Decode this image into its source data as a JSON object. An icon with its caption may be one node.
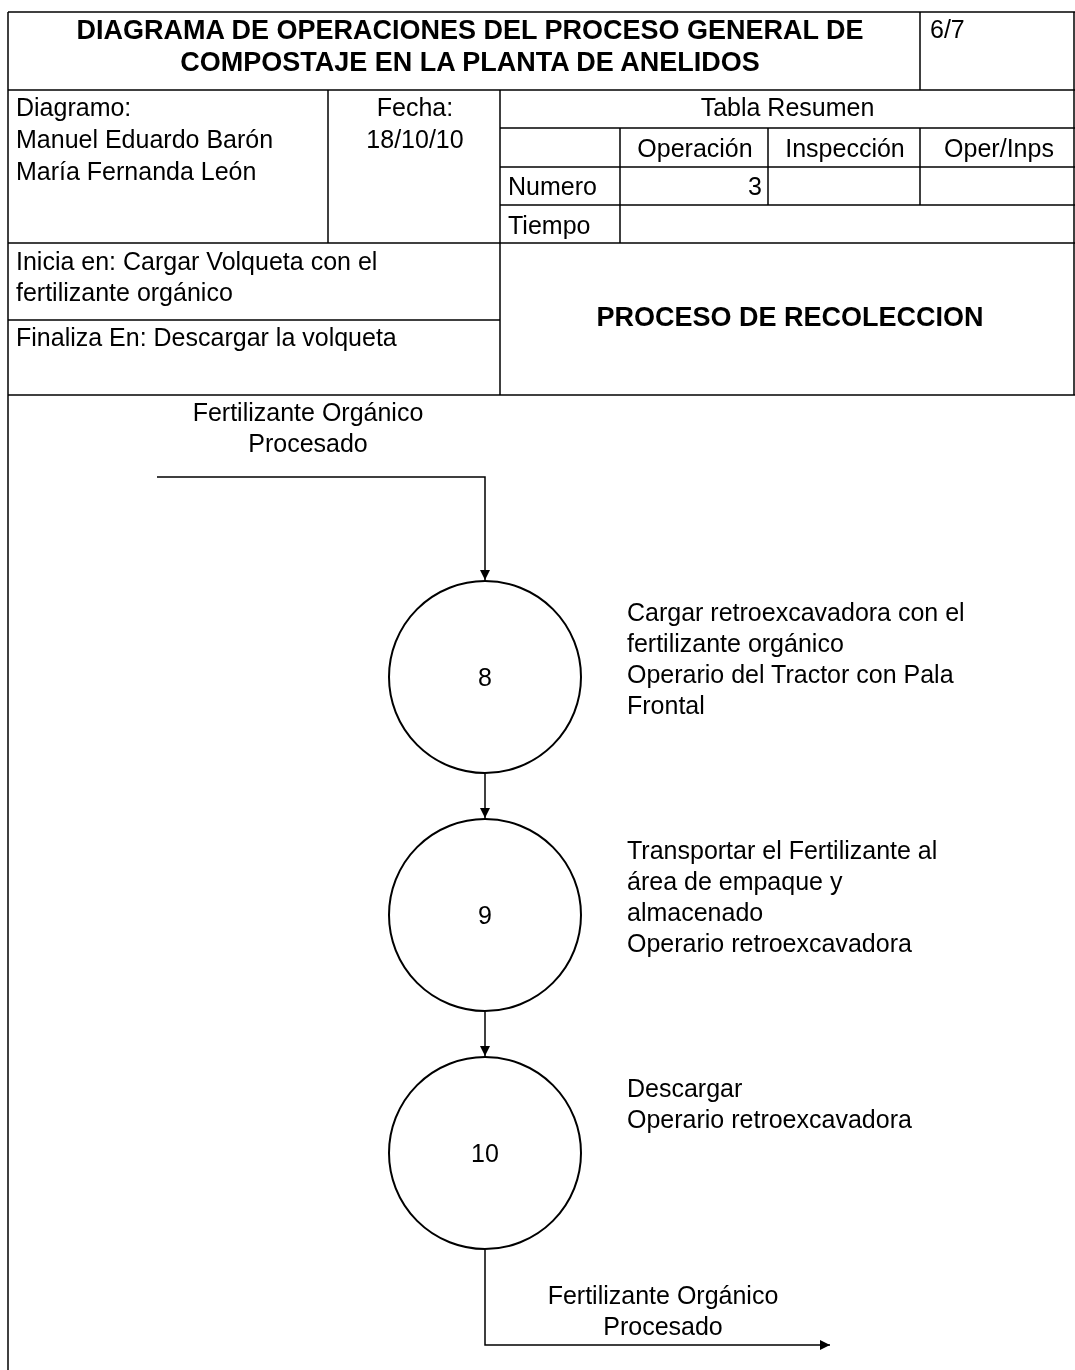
{
  "diagram": {
    "title": "DIAGRAMA DE OPERACIONES DEL PROCESO GENERAL DE COMPOSTAJE EN LA PLANTA DE ANELIDOS",
    "nodes": [
      {
        "text": [
          "8"
        ],
        "beside": [
          "Cargar retroexcavadora con el fertilizante orgánico",
          "Operario del Tractor con Pala Frontal"
        ]
      },
      {
        "text": [
          "9"
        ],
        "beside": [
          "Transportar el Fertilizante al área de empaque y almacenado",
          "Operario retroexcavadora"
        ]
      },
      {
        "text": [
          "10"
        ],
        "beside": [
          "Descargar",
          "Operario retroexcavadora"
        ]
      }
    ],
    "edges": [
      {
        "from": null,
        "to": 0,
        "arrow": "to",
        "label": "Fertilizante Orgánico Procesado"
      },
      {
        "from": 0,
        "to": 1,
        "arrow": "to"
      },
      {
        "from": 1,
        "to": 2,
        "arrow": "to"
      },
      {
        "from": 2,
        "to": null,
        "arrow": "to",
        "label": "Fertilizante Orgánico Procesado"
      }
    ],
    "labels": [
      "6/7",
      "Diagramo:",
      "Manuel Eduardo Barón",
      "María Fernanda León",
      "Fecha:",
      "18/10/10",
      "Tabla Resumen",
      "Operación",
      "Inspección",
      "Oper/Inps",
      "Numero",
      "3",
      "Tiempo",
      "Inicia en: Cargar Volqueta con el fertilizante orgánico",
      "Finaliza En: Descargar la volqueta",
      "PROCESO DE RECOLECCION"
    ]
  }
}
